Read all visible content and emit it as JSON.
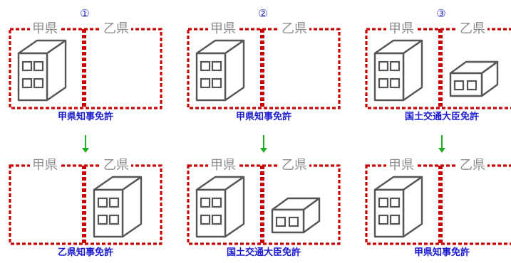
{
  "panels": [
    {
      "number": "①",
      "before": {
        "left_label": "甲県",
        "right_label": "乙県",
        "caption": "甲県知事免許",
        "buildings": [
          "tall-left"
        ]
      },
      "after": {
        "left_label": "甲県",
        "right_label": "乙県",
        "caption": "乙県知事免許",
        "buildings": [
          "tall-right"
        ]
      }
    },
    {
      "number": "②",
      "before": {
        "left_label": "甲県",
        "right_label": "乙県",
        "caption": "甲県知事免許",
        "buildings": [
          "tall-left"
        ]
      },
      "after": {
        "left_label": "甲県",
        "right_label": "乙県",
        "caption": "国土交通大臣免許",
        "buildings": [
          "tall-left",
          "small-right"
        ]
      }
    },
    {
      "number": "③",
      "before": {
        "left_label": "甲県",
        "right_label": "乙県",
        "caption": "国土交通大臣免許",
        "buildings": [
          "tall-left",
          "small-right"
        ]
      },
      "after": {
        "left_label": "甲県",
        "right_label": "乙県",
        "caption": "甲県知事免許",
        "buildings": [
          "tall-left"
        ]
      }
    }
  ],
  "colors": {
    "border": "#cc0000",
    "arrow": "#1fae1f",
    "number": "#2a2ad0",
    "caption": "#1a1ad0",
    "pref_label": "#8f8f8f",
    "building": "#555555"
  },
  "icons": {
    "building": "office-building-icon",
    "arrow": "arrow-down-icon"
  }
}
